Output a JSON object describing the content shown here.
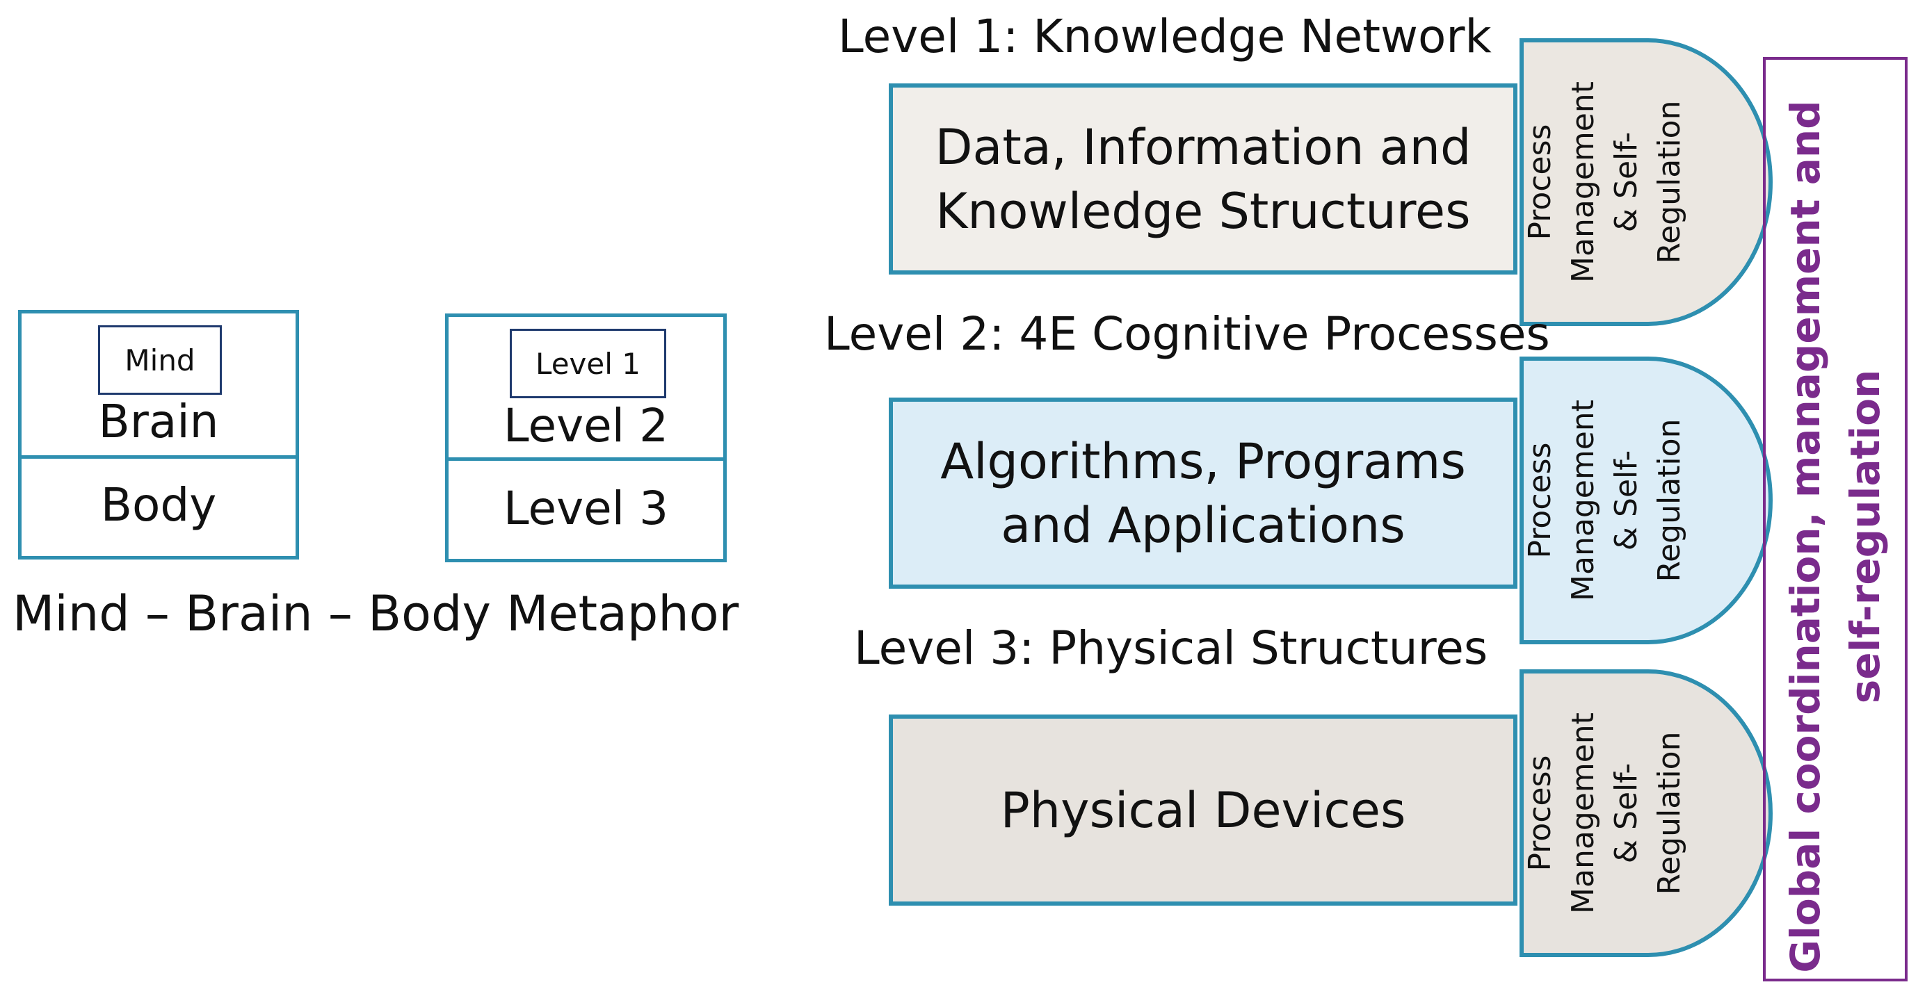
{
  "metaphor": {
    "mind_box": {
      "inner": "Mind",
      "middle": "Brain",
      "bottom": "Body"
    },
    "level_box": {
      "inner": "Level 1",
      "middle": "Level 2",
      "bottom": "Level 3"
    },
    "caption": "Mind – Brain – Body Metaphor"
  },
  "levels": [
    {
      "heading": "Level 1: Knowledge Network",
      "box_line1": "Data, Information and",
      "box_line2": "Knowledge Structures",
      "fill": "#f1eeea",
      "shield_line1": "Process",
      "shield_line2": "Management",
      "shield_line3": "& Self-",
      "shield_line4": "Regulation"
    },
    {
      "heading": "Level 2: 4E Cognitive Processes",
      "box_line1": "Algorithms, Programs",
      "box_line2": "and Applications",
      "fill": "#dcedf7",
      "shield_line1": "Process",
      "shield_line2": "Management",
      "shield_line3": "& Self-",
      "shield_line4": "Regulation"
    },
    {
      "heading": "Level 3: Physical Structures",
      "box_line1": "Physical Devices",
      "box_line2": "",
      "fill": "#e7e3de",
      "shield_line1": "Process",
      "shield_line2": "Management",
      "shield_line3": "& Self-",
      "shield_line4": "Regulation"
    }
  ],
  "global": {
    "line1": "Global coordination, management and",
    "line2": "self-regulation"
  },
  "colors": {
    "teal_border": "#2e8fb0",
    "navy_border": "#1f3a6e",
    "purple": "#7a2b8c"
  }
}
